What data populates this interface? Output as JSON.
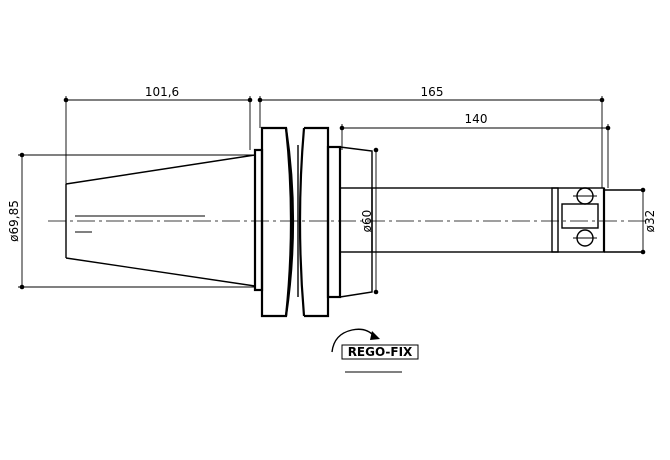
{
  "drawing": {
    "dimensions": {
      "taper_length": "101,6",
      "overall_length": "165",
      "gauge_length": "140",
      "taper_diameter": "ø69,85",
      "body_diameter": "ø60",
      "bore_diameter": "ø32"
    },
    "logo": {
      "text": "REGO-FIX"
    }
  }
}
